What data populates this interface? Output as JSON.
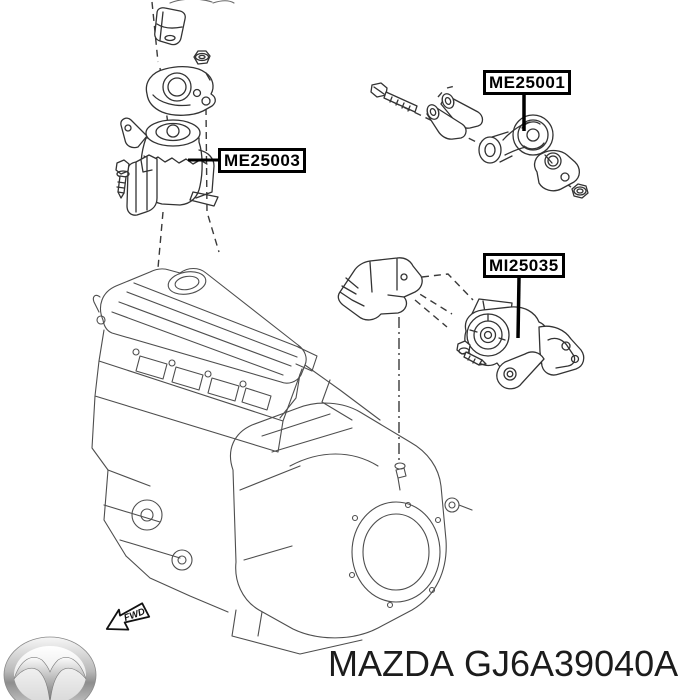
{
  "diagram": {
    "part_labels": {
      "front": {
        "code": "ME25003"
      },
      "torque": {
        "code": "ME25001"
      },
      "rear": {
        "code": "MI25035"
      }
    },
    "direction_marker": {
      "label": "FWD"
    }
  },
  "footer": {
    "brand": "MAZDA",
    "part_number": "GJ6A39040A"
  },
  "icons": {
    "mazda-logo": "silver-oval-wings-emblem",
    "fwd-arrow": "outline-arrow-pointing-front-left"
  },
  "colors": {
    "background": "#ffffff",
    "line_art": "#4e4e4e",
    "exploded_parts": "#333333",
    "label_border": "#000000",
    "footer_text": "#1c1c1c"
  }
}
